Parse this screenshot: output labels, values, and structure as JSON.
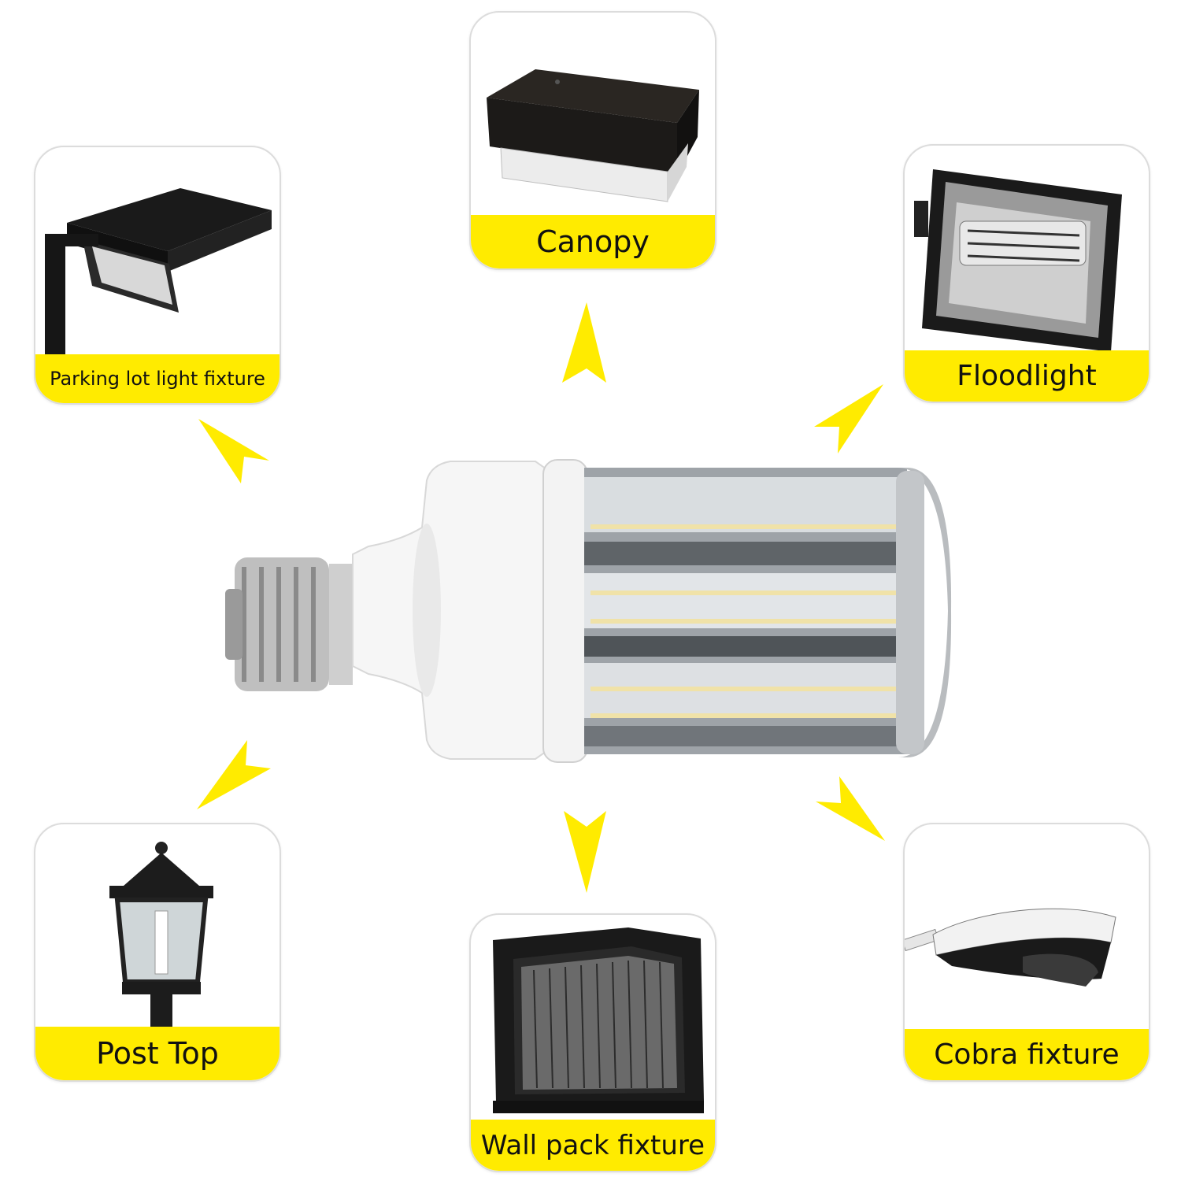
{
  "fixtures": {
    "canopy": {
      "label": "Canopy",
      "icon": "canopy-light-icon"
    },
    "parking": {
      "label": "Parking lot light fixture",
      "icon": "parking-lot-light-icon"
    },
    "floodlight": {
      "label": "Floodlight",
      "icon": "floodlight-icon"
    },
    "post_top": {
      "label": "Post Top",
      "icon": "post-top-lantern-icon"
    },
    "cobra": {
      "label": "Cobra fixture",
      "icon": "cobra-head-light-icon"
    },
    "wall_pack": {
      "label": "Wall pack fixture",
      "icon": "wall-pack-light-icon"
    }
  },
  "colors": {
    "band": "#ffeb00",
    "arrow": "#ffeb00",
    "card_border": "#dcdcdc",
    "fixture_dark": "#1f1f1f"
  }
}
